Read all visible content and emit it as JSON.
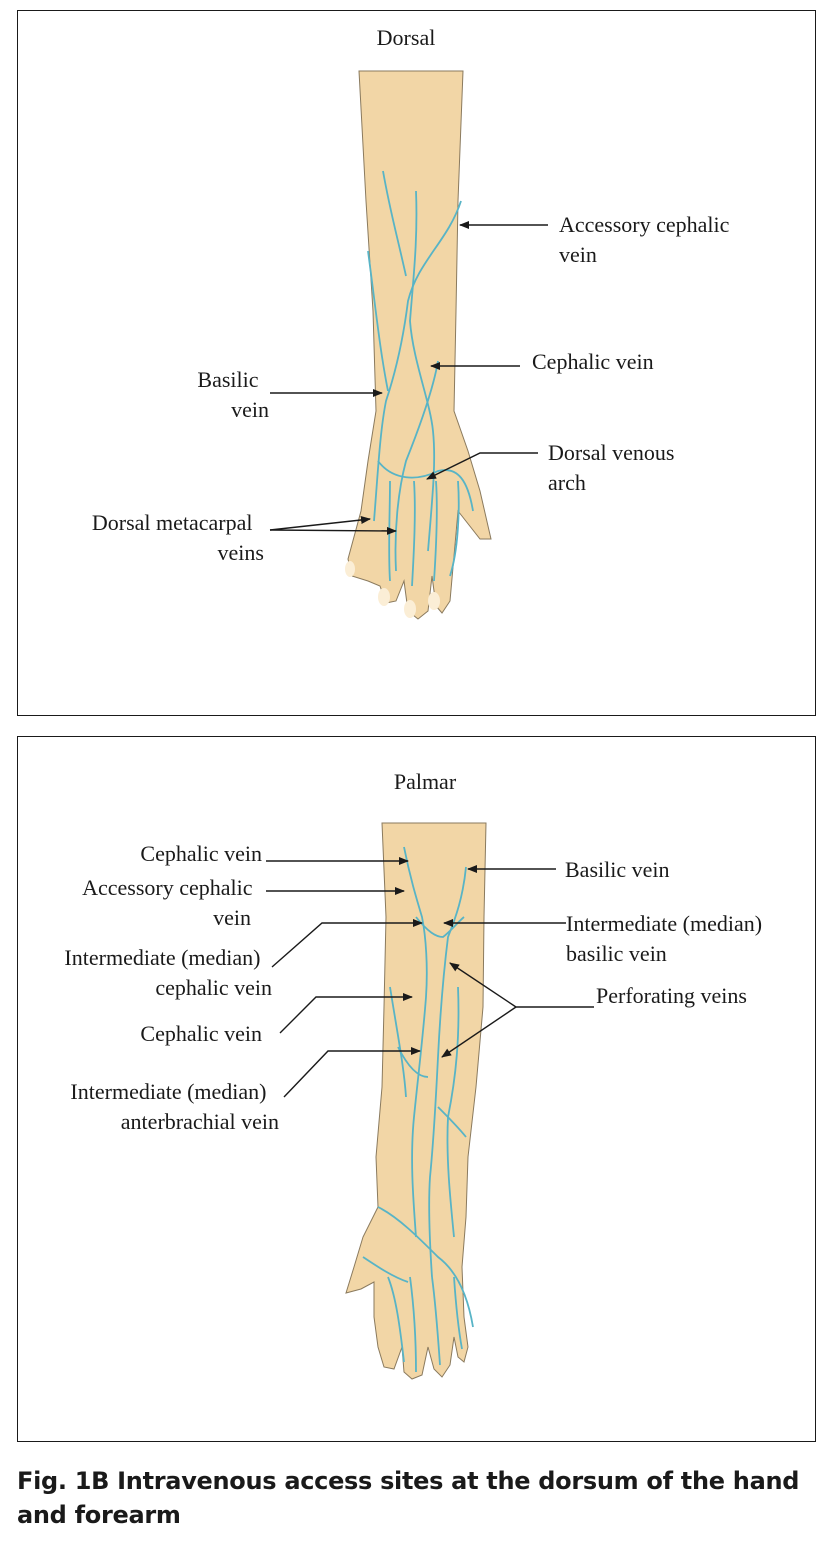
{
  "colors": {
    "skin": "#f2d6a6",
    "skin_outline": "#8a7a5e",
    "vein": "#58b4c6",
    "line": "#1a1a1a"
  },
  "dorsal": {
    "title": "Dorsal",
    "labels": {
      "accessory_cephalic": [
        "Accessory cephalic",
        "vein"
      ],
      "cephalic": [
        "Cephalic vein"
      ],
      "basilic": [
        "Basilic",
        "vein"
      ],
      "dorsal_venous_arch": [
        "Dorsal venous",
        "arch"
      ],
      "dorsal_metacarpal": [
        "Dorsal metacarpal",
        "veins"
      ]
    }
  },
  "palmar": {
    "title": "Palmar",
    "labels": {
      "cephalic_top": [
        "Cephalic vein"
      ],
      "accessory_cephalic": [
        "Accessory cephalic",
        "vein"
      ],
      "int_median_cephalic": [
        "Intermediate (median)",
        "cephalic vein"
      ],
      "cephalic_low": [
        "Cephalic vein"
      ],
      "int_median_antebrachial": [
        "Intermediate (median)",
        "anterbrachial vein"
      ],
      "basilic": [
        "Basilic vein"
      ],
      "int_median_basilic": [
        "Intermediate (median)",
        "basilic vein"
      ],
      "perforating": [
        "Perforating veins"
      ]
    }
  },
  "caption": {
    "number": "Fig. 1B",
    "text": "Intravenous access sites at the dorsum of the hand and forearm"
  }
}
